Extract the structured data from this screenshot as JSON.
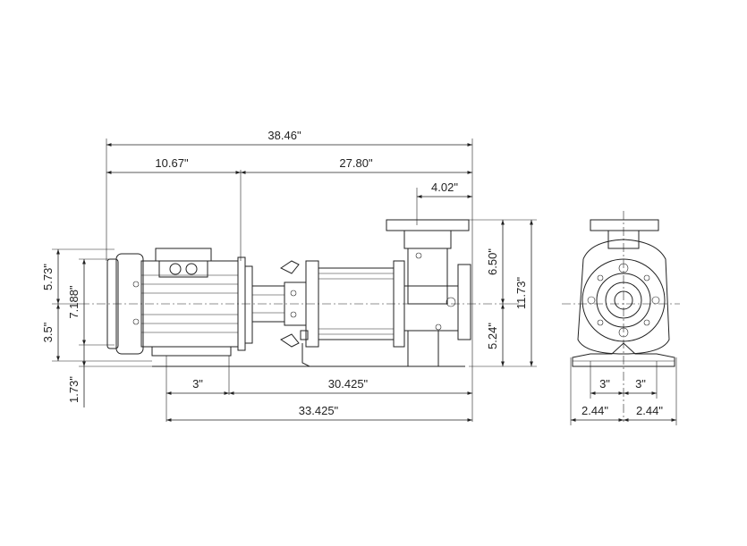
{
  "dimensions": {
    "overall_length": "38.46\"",
    "motor_length": "10.67\"",
    "pump_length": "27.80\"",
    "flange_offset": "4.02\"",
    "motor_upper_height": "5.73\"",
    "motor_height": "7.188\"",
    "shaft_height": "3.5\"",
    "base_drop": "1.73\"",
    "foot_spacing": "3\"",
    "pump_foot_to_end": "30.425\"",
    "foot_to_end_total": "33.425\"",
    "upper_flange_height": "6.50\"",
    "lower_flange_height": "5.24\"",
    "total_height": "11.73\"",
    "end_foot_left": "3\"",
    "end_foot_right": "3\"",
    "end_base_left": "2.44\"",
    "end_base_right": "2.44\""
  },
  "colors": {
    "line": "#222222",
    "background": "#ffffff"
  }
}
